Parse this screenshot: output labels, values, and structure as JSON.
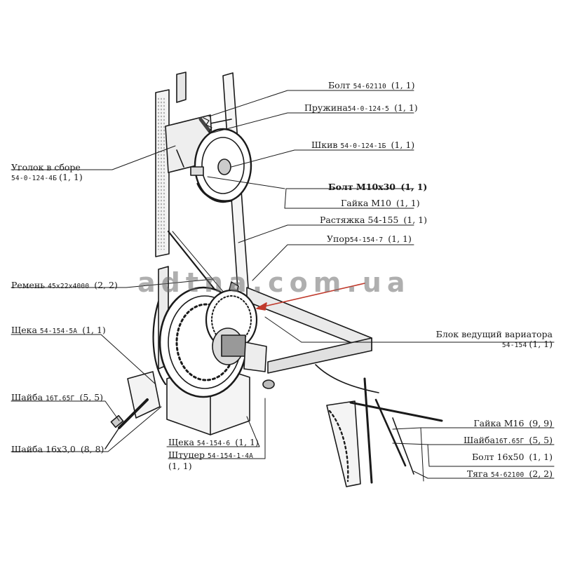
{
  "watermark": "adtna.com.ua",
  "colors": {
    "line": "#1a1a1a",
    "arrow": "#c0392b",
    "paper": "#ffffff"
  },
  "callouts": [
    {
      "name": "bolt-54-62110",
      "text": "Болт",
      "code": "54-62110",
      "qty": "(1, 1)"
    },
    {
      "name": "spring",
      "text": "Пружина",
      "code": "54-0-124-5",
      "qty": "(1, 1)"
    },
    {
      "name": "pulley",
      "text": "Шкив",
      "code": "54-0-124-1Б",
      "qty": "(1, 1)"
    },
    {
      "name": "corner-assembly",
      "text": "Уголок в сборе",
      "code": "54-0-124-4Б",
      "qty": "(1, 1)"
    },
    {
      "name": "bolt-m10x30",
      "text": "Болт М10х30",
      "code": "",
      "qty": "(1, 1)"
    },
    {
      "name": "nut-m10",
      "text": "Гайка М10",
      "code": "",
      "qty": "(1, 1)"
    },
    {
      "name": "brace",
      "text": "Растяжка 54-155",
      "code": "",
      "qty": "(1, 1)"
    },
    {
      "name": "stop",
      "text": "Упор",
      "code": "54-154-7",
      "qty": "(1, 1)"
    },
    {
      "name": "belt",
      "text": "Ремень",
      "code": "45х22х4000",
      "qty": "(2, 2)"
    },
    {
      "name": "drive-block",
      "text": "Блок ведущий вариатора",
      "code": "54-154",
      "qty": "(1, 1)"
    },
    {
      "name": "cheek-5a",
      "text": "Щека",
      "code": "54-154-5А",
      "qty": "(1, 1)"
    },
    {
      "name": "washer-16t65g-left",
      "text": "Шайба",
      "code": "16Т.65Г",
      "qty": "(5, 5)"
    },
    {
      "name": "washer-16x3",
      "text": "Шайба 16х3,0",
      "code": "",
      "qty": "(8, 8)"
    },
    {
      "name": "cheek-6",
      "text": "Щека",
      "code": "54-154-6",
      "qty": "(1, 1)"
    },
    {
      "name": "fitting",
      "text": "Штуцер",
      "code": "54-154-1-4А",
      "qty": "(1, 1)"
    },
    {
      "name": "nut-m16",
      "text": "Гайка М16",
      "code": "",
      "qty": "(9, 9)"
    },
    {
      "name": "washer-16t65g-right",
      "text": "Шайба",
      "code": "16Т.65Г",
      "qty": "(5, 5)"
    },
    {
      "name": "bolt-16x50",
      "text": "Болт 16х50",
      "code": "",
      "qty": "(1, 1)"
    },
    {
      "name": "rod",
      "text": "Тяга",
      "code": "54-62100",
      "qty": "(2, 2)"
    }
  ]
}
